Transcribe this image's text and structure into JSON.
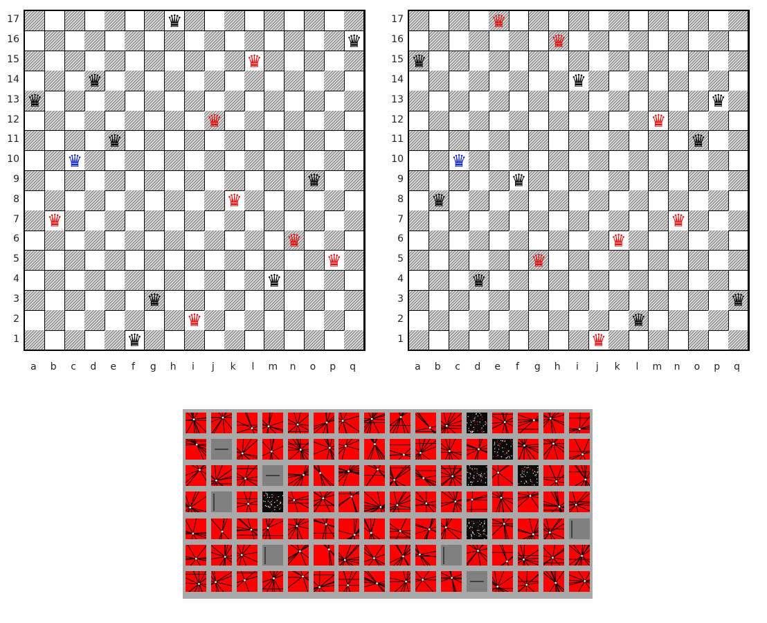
{
  "files": [
    "a",
    "b",
    "c",
    "d",
    "e",
    "f",
    "g",
    "h",
    "i",
    "j",
    "k",
    "l",
    "m",
    "n",
    "o",
    "p",
    "q"
  ],
  "ranks": [
    "1",
    "2",
    "3",
    "4",
    "5",
    "6",
    "7",
    "8",
    "9",
    "10",
    "11",
    "12",
    "13",
    "14",
    "15",
    "16",
    "17"
  ],
  "colors": {
    "black_queen": "#000000",
    "red_queen": "#e01010",
    "blue_queen": "#1028c8",
    "tile_red": "#ff0000",
    "tile_black": "#0a0a0a",
    "tile_gray": "#808080",
    "grid_background": "#a9a9a9"
  },
  "boards": [
    {
      "queens": [
        {
          "square": "h17",
          "color": "black"
        },
        {
          "square": "q16",
          "color": "black"
        },
        {
          "square": "l15",
          "color": "red"
        },
        {
          "square": "d14",
          "color": "black"
        },
        {
          "square": "a13",
          "color": "black"
        },
        {
          "square": "j12",
          "color": "red"
        },
        {
          "square": "e11",
          "color": "black"
        },
        {
          "square": "c10",
          "color": "blue"
        },
        {
          "square": "o9",
          "color": "black"
        },
        {
          "square": "k8",
          "color": "red"
        },
        {
          "square": "b7",
          "color": "red"
        },
        {
          "square": "n6",
          "color": "red"
        },
        {
          "square": "p5",
          "color": "red"
        },
        {
          "square": "m4",
          "color": "black"
        },
        {
          "square": "g3",
          "color": "black"
        },
        {
          "square": "i2",
          "color": "red"
        },
        {
          "square": "f1",
          "color": "black"
        }
      ]
    },
    {
      "queens": [
        {
          "square": "e17",
          "color": "red"
        },
        {
          "square": "h16",
          "color": "red"
        },
        {
          "square": "a15",
          "color": "black"
        },
        {
          "square": "i14",
          "color": "black"
        },
        {
          "square": "p13",
          "color": "black"
        },
        {
          "square": "m12",
          "color": "red"
        },
        {
          "square": "o11",
          "color": "black"
        },
        {
          "square": "c10",
          "color": "blue"
        },
        {
          "square": "f9",
          "color": "black"
        },
        {
          "square": "b8",
          "color": "black"
        },
        {
          "square": "n7",
          "color": "red"
        },
        {
          "square": "k6",
          "color": "red"
        },
        {
          "square": "g5",
          "color": "red"
        },
        {
          "square": "d4",
          "color": "black"
        },
        {
          "square": "q3",
          "color": "black"
        },
        {
          "square": "l2",
          "color": "black"
        },
        {
          "square": "j1",
          "color": "red"
        }
      ]
    }
  ],
  "pattern_grid": {
    "rows": [
      [
        "red",
        "red",
        "red",
        "red",
        "red",
        "red",
        "red",
        "red",
        "red",
        "red",
        "red",
        "black",
        "red",
        "red",
        "red",
        "red"
      ],
      [
        "red",
        "gray",
        "red",
        "red",
        "red",
        "red",
        "red",
        "red",
        "red",
        "red",
        "red",
        "red",
        "black",
        "red",
        "red",
        "red"
      ],
      [
        "red",
        "red",
        "red",
        "gray",
        "red",
        "red",
        "red",
        "red",
        "red",
        "red",
        "red",
        "black",
        "red",
        "black",
        "red",
        "red"
      ],
      [
        "red",
        "gray",
        "red",
        "black",
        "red",
        "red",
        "red",
        "red",
        "red",
        "red",
        "red",
        "red",
        "red",
        "red",
        "red",
        "red"
      ],
      [
        "red",
        "red",
        "red",
        "red",
        "red",
        "red",
        "red",
        "red",
        "red",
        "red",
        "red",
        "black",
        "red",
        "red",
        "red",
        "gray"
      ],
      [
        "red",
        "red",
        "red",
        "gray",
        "red",
        "red",
        "red",
        "red",
        "red",
        "red",
        "gray",
        "red",
        "red",
        "red",
        "red",
        "red"
      ],
      [
        "red",
        "red",
        "red",
        "red",
        "red",
        "red",
        "red",
        "red",
        "red",
        "red",
        "red",
        "gray",
        "red",
        "red",
        "red",
        "red"
      ]
    ]
  }
}
